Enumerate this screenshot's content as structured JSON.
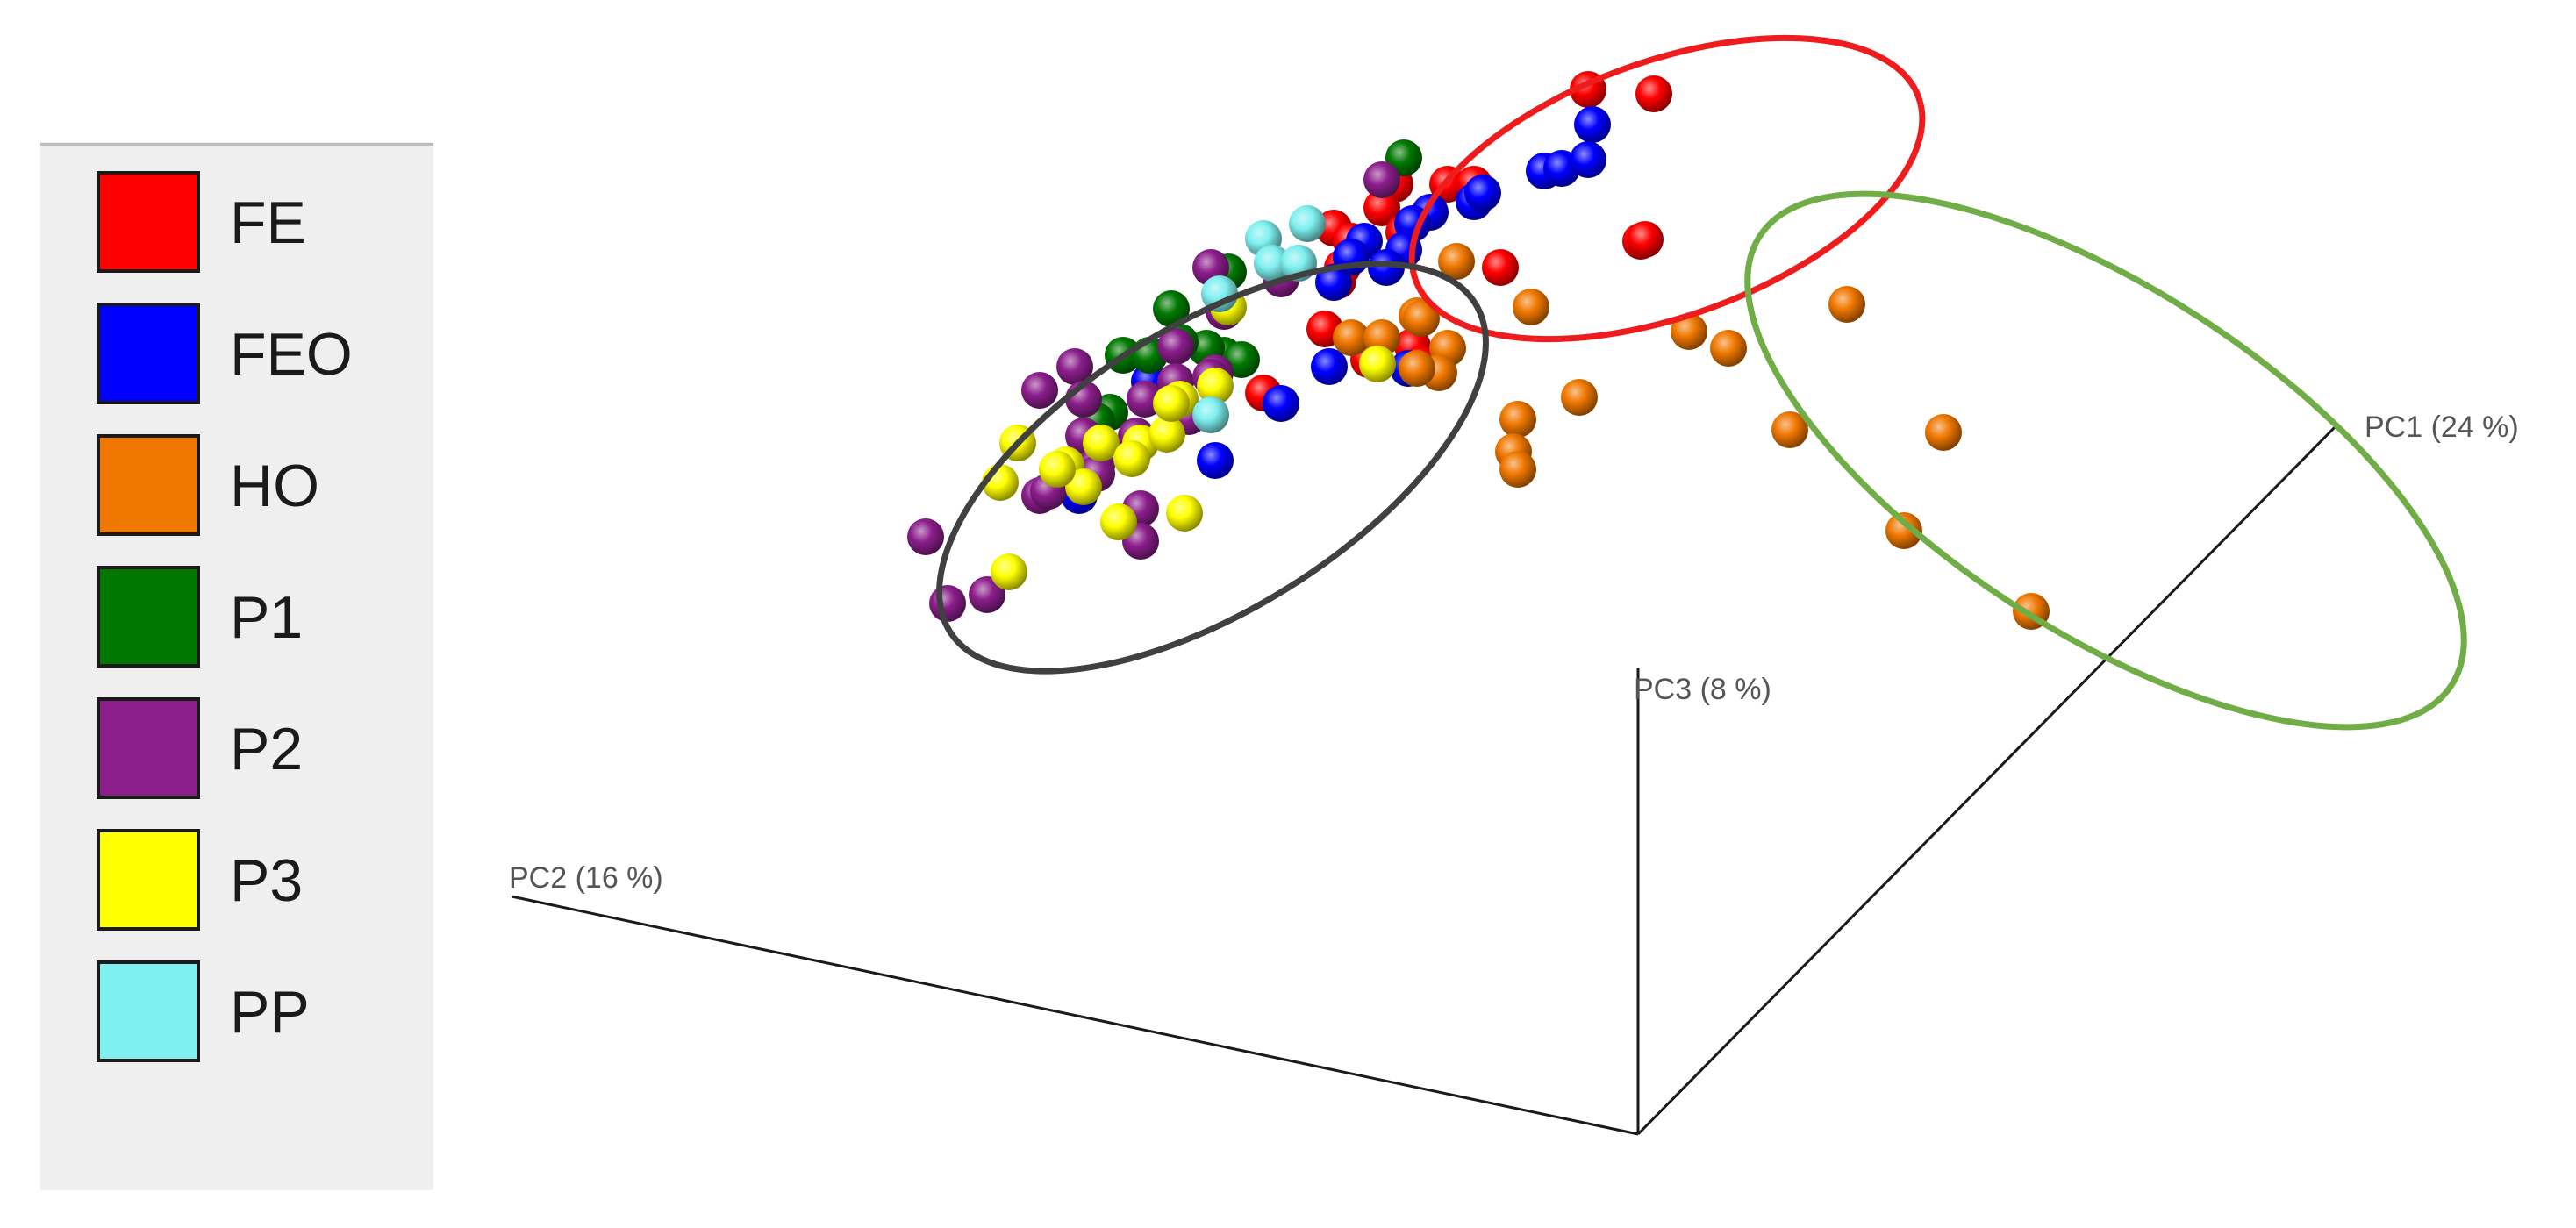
{
  "legend": {
    "items": [
      {
        "label": "FE",
        "color": "#ff0000"
      },
      {
        "label": "FEO",
        "color": "#0000ff"
      },
      {
        "label": "HO",
        "color": "#f07800"
      },
      {
        "label": "P1",
        "color": "#007800"
      },
      {
        "label": "P2",
        "color": "#8c1e8c"
      },
      {
        "label": "P3",
        "color": "#ffff00"
      },
      {
        "label": "PP",
        "color": "#7ff0f0"
      }
    ]
  },
  "chart_data": {
    "type": "scatter",
    "projection": "3d",
    "axes": {
      "x": {
        "label": "PC1 (24 %)"
      },
      "y": {
        "label": "PC2 (16 %)"
      },
      "z": {
        "label": "PC3 (8 %)"
      }
    },
    "grid": false,
    "legend_placement": "left",
    "series": [
      {
        "name": "FE",
        "color": "#ff0000",
        "points": [
          [
            1810,
            102
          ],
          [
            1885,
            107
          ],
          [
            1590,
            210
          ],
          [
            1650,
            210
          ],
          [
            1680,
            210
          ],
          [
            1575,
            237
          ],
          [
            1520,
            260
          ],
          [
            1540,
            275
          ],
          [
            1600,
            265
          ],
          [
            1530,
            305
          ],
          [
            1870,
            275
          ],
          [
            1710,
            305
          ],
          [
            1525,
            320
          ],
          [
            1510,
            375
          ],
          [
            1610,
            395
          ],
          [
            1440,
            448
          ],
          [
            1620,
            415
          ],
          [
            1560,
            410
          ],
          [
            1875,
            273
          ]
        ]
      },
      {
        "name": "FEO",
        "color": "#0000ff",
        "points": [
          [
            1815,
            142
          ],
          [
            1760,
            195
          ],
          [
            1780,
            192
          ],
          [
            1810,
            182
          ],
          [
            1680,
            230
          ],
          [
            1630,
            242
          ],
          [
            1610,
            255
          ],
          [
            1600,
            285
          ],
          [
            1690,
            220
          ],
          [
            1555,
            275
          ],
          [
            1580,
            305
          ],
          [
            1520,
            322
          ],
          [
            1540,
            293
          ],
          [
            1515,
            418
          ],
          [
            1605,
            420
          ],
          [
            1460,
            460
          ],
          [
            1310,
            435
          ],
          [
            1385,
            525
          ],
          [
            1230,
            565
          ]
        ]
      },
      {
        "name": "HO",
        "color": "#f07800",
        "points": [
          [
            1745,
            350
          ],
          [
            1660,
            298
          ],
          [
            2105,
            347
          ],
          [
            1925,
            378
          ],
          [
            1970,
            397
          ],
          [
            1615,
            360
          ],
          [
            1540,
            385
          ],
          [
            1575,
            385
          ],
          [
            1620,
            363
          ],
          [
            1650,
            397
          ],
          [
            1640,
            425
          ],
          [
            1800,
            453
          ],
          [
            1730,
            478
          ],
          [
            1725,
            515
          ],
          [
            1730,
            535
          ],
          [
            2040,
            490
          ],
          [
            2215,
            493
          ],
          [
            2170,
            605
          ],
          [
            2315,
            697
          ],
          [
            1615,
            420
          ]
        ]
      },
      {
        "name": "P1",
        "color": "#007800",
        "points": [
          [
            1600,
            180
          ],
          [
            1400,
            310
          ],
          [
            1335,
            352
          ],
          [
            1395,
            405
          ],
          [
            1375,
            397
          ],
          [
            1415,
            410
          ],
          [
            1280,
            405
          ],
          [
            1310,
            405
          ],
          [
            1265,
            470
          ],
          [
            1250,
            480
          ],
          [
            1345,
            390
          ]
        ]
      },
      {
        "name": "P2",
        "color": "#8c1e8c",
        "points": [
          [
            1575,
            205
          ],
          [
            1380,
            305
          ],
          [
            1460,
            318
          ],
          [
            1340,
            395
          ],
          [
            1225,
            418
          ],
          [
            1185,
            445
          ],
          [
            1235,
            455
          ],
          [
            1305,
            455
          ],
          [
            1340,
            435
          ],
          [
            1355,
            475
          ],
          [
            1385,
            425
          ],
          [
            1235,
            497
          ],
          [
            1295,
            497
          ],
          [
            1250,
            530
          ],
          [
            1185,
            565
          ],
          [
            1195,
            560
          ],
          [
            1300,
            580
          ],
          [
            1250,
            540
          ],
          [
            1380,
            430
          ],
          [
            1395,
            355
          ],
          [
            1055,
            612
          ],
          [
            1125,
            678
          ],
          [
            1080,
            688
          ],
          [
            1300,
            617
          ]
        ]
      },
      {
        "name": "P3",
        "color": "#ffff00",
        "points": [
          [
            1570,
            415
          ],
          [
            1400,
            350
          ],
          [
            1345,
            455
          ],
          [
            1385,
            440
          ],
          [
            1300,
            505
          ],
          [
            1330,
            495
          ],
          [
            1255,
            505
          ],
          [
            1160,
            505
          ],
          [
            1215,
            530
          ],
          [
            1140,
            550
          ],
          [
            1290,
            523
          ],
          [
            1235,
            555
          ],
          [
            1205,
            535
          ],
          [
            1275,
            595
          ],
          [
            1350,
            585
          ],
          [
            1150,
            652
          ],
          [
            1335,
            460
          ]
        ]
      },
      {
        "name": "PP",
        "color": "#7ff0f0",
        "points": [
          [
            1490,
            255
          ],
          [
            1440,
            272
          ],
          [
            1450,
            300
          ],
          [
            1480,
            300
          ],
          [
            1390,
            335
          ],
          [
            1380,
            473
          ]
        ]
      }
    ]
  }
}
